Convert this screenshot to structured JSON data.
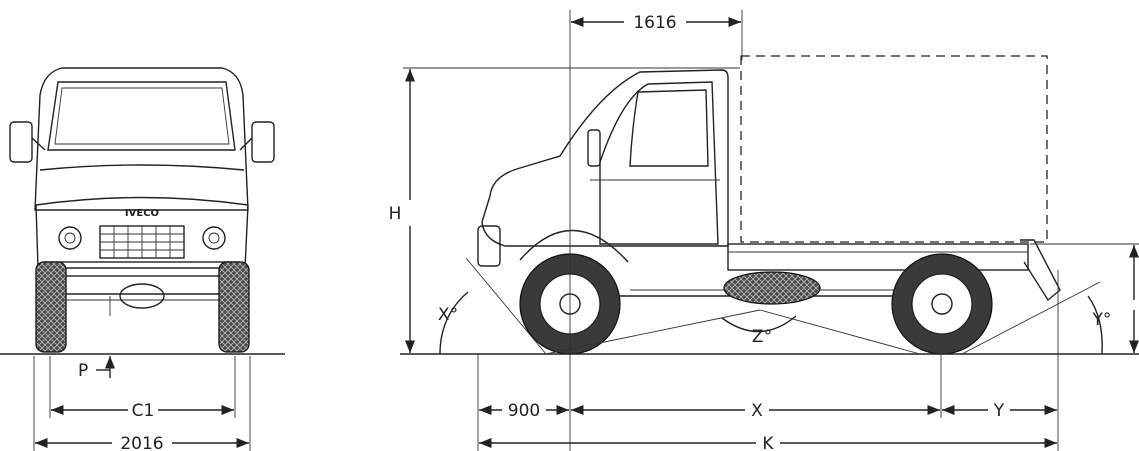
{
  "dimensions": {
    "cab_length": "1616",
    "height": "H",
    "front_overhang": "900",
    "wheelbase": "X",
    "rear_overhang": "Y",
    "total_length": "K",
    "front_track": "C1",
    "overall_width": "2016",
    "ground_clearance": "P",
    "approach_angle": "X°",
    "breakover_angle": "Z°",
    "departure_angle": "Y°",
    "brand_badge": "IVECO"
  }
}
